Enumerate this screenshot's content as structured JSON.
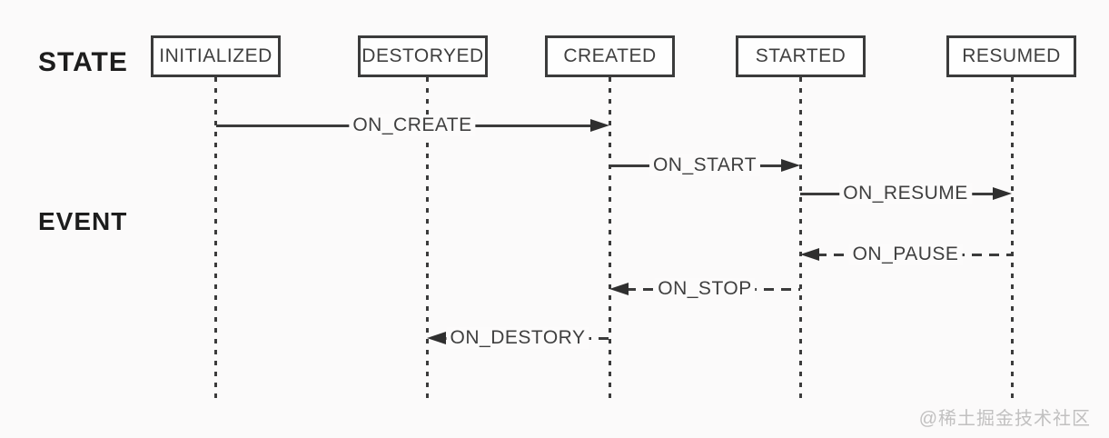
{
  "rows": {
    "state": "STATE",
    "event": "EVENT"
  },
  "states": [
    {
      "label": "INITIALIZED"
    },
    {
      "label": "DESTORYED"
    },
    {
      "label": "CREATED"
    },
    {
      "label": "STARTED"
    },
    {
      "label": "RESUMED"
    }
  ],
  "events": [
    {
      "label": "ON_CREATE",
      "from": "INITIALIZED",
      "to": "CREATED",
      "line": "solid",
      "direction": "right"
    },
    {
      "label": "ON_START",
      "from": "CREATED",
      "to": "STARTED",
      "line": "solid",
      "direction": "right"
    },
    {
      "label": "ON_RESUME",
      "from": "STARTED",
      "to": "RESUMED",
      "line": "solid",
      "direction": "right"
    },
    {
      "label": "ON_PAUSE",
      "from": "RESUMED",
      "to": "STARTED",
      "line": "dashed",
      "direction": "left"
    },
    {
      "label": "ON_STOP",
      "from": "STARTED",
      "to": "CREATED",
      "line": "dashed",
      "direction": "left"
    },
    {
      "label": "ON_DESTORY",
      "from": "CREATED",
      "to": "DESTORYED",
      "line": "dashed",
      "direction": "left"
    }
  ],
  "watermark": "@稀土掘金技术社区",
  "colors": {
    "line": "#3b3b3b",
    "text": "#3f3f3f",
    "background": "#fbfafa",
    "watermark": "#c1c0c0"
  }
}
